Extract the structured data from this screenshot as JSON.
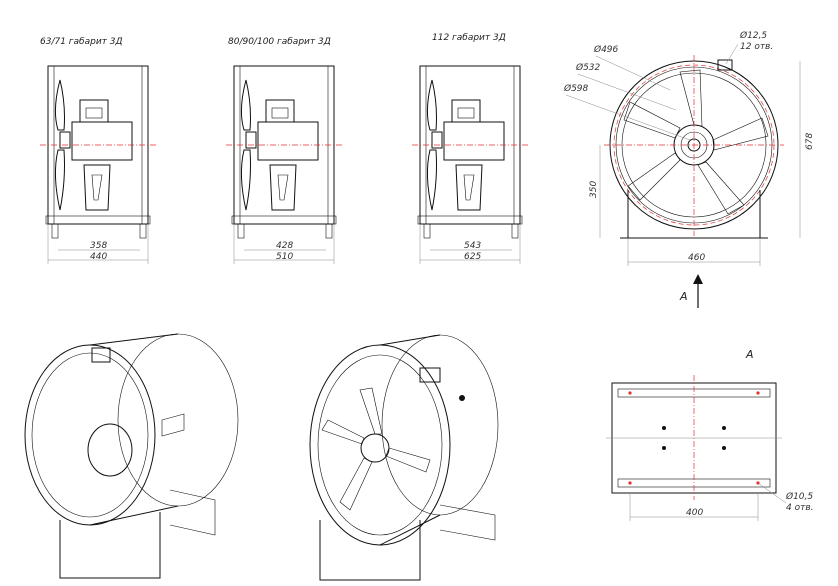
{
  "views": {
    "size_63_71": {
      "title": "63/71 габарит 3Д",
      "dim_inner": "358",
      "dim_outer": "440"
    },
    "size_80_100": {
      "title": "80/90/100 габарит 3Д",
      "dim_inner": "428",
      "dim_outer": "510"
    },
    "size_112": {
      "title": "112 габарит 3Д",
      "dim_inner": "543",
      "dim_outer": "625"
    }
  },
  "front": {
    "hole_dia": "Ø12,5",
    "hole_count": "12 отв.",
    "d1": "Ø496",
    "d2": "Ø532",
    "d3": "Ø598",
    "height_total": "678",
    "height_axis": "350",
    "width": "460",
    "arrow_label": "A"
  },
  "bottom_view": {
    "title": "A",
    "width": "400",
    "hole_dia": "Ø10,5",
    "hole_count": "4 отв."
  }
}
